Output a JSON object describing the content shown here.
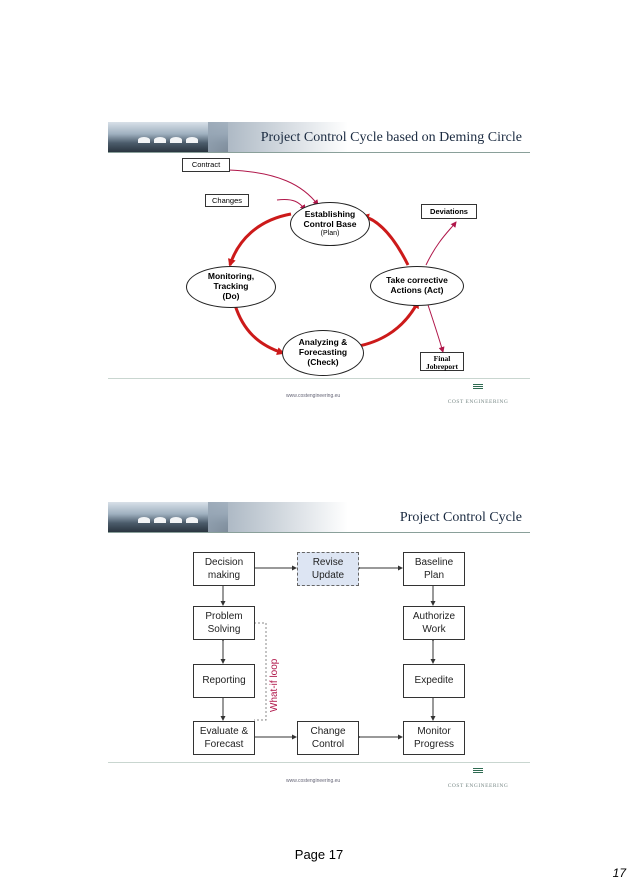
{
  "slide1": {
    "title": "Project Control Cycle based on Deming Circle",
    "boxes": {
      "contract": "Contract",
      "changes": "Changes",
      "deviations": "Deviations",
      "final_line1": "Final",
      "final_line2": "Jobreport"
    },
    "nodes": {
      "plan": {
        "line1": "Establishing",
        "line2": "Control Base",
        "sub": "(Plan)"
      },
      "do": {
        "line1": "Monitoring,",
        "line2": "Tracking",
        "line3": "(Do)"
      },
      "check": {
        "line1": "Analyzing &",
        "line2": "Forecasting",
        "line3": "(Check)"
      },
      "act": {
        "line1": "Take corrective",
        "line2": "Actions (Act)"
      }
    },
    "footer_url": "www.costengineering.eu",
    "footer_logo": "COST ENGINEERING"
  },
  "slide2": {
    "title": "Project Control Cycle",
    "nodes": {
      "decision": {
        "line1": "Decision",
        "line2": "making"
      },
      "revise": {
        "line1": "Revise",
        "line2": "Update"
      },
      "baseline": {
        "line1": "Baseline",
        "line2": "Plan"
      },
      "problem": {
        "line1": "Problem",
        "line2": "Solving"
      },
      "authorize": {
        "line1": "Authorize",
        "line2": "Work"
      },
      "reporting": {
        "line1": "Reporting"
      },
      "expedite": {
        "line1": "Expedite"
      },
      "evaluate": {
        "line1": "Evaluate &",
        "line2": "Forecast"
      },
      "change": {
        "line1": "Change",
        "line2": "Control"
      },
      "monitor": {
        "line1": "Monitor",
        "line2": "Progress"
      }
    },
    "what_if_label": "What-if loop",
    "footer_url": "www.costengineering.eu",
    "footer_logo": "COST ENGINEERING"
  },
  "page_label": "Page 17",
  "page_number": "17",
  "colors": {
    "cycle_arrow": "#cc1a1a",
    "thin_arrow": "#b0174a",
    "title": "#1a2a40",
    "revise_fill": "#dde5f3"
  }
}
